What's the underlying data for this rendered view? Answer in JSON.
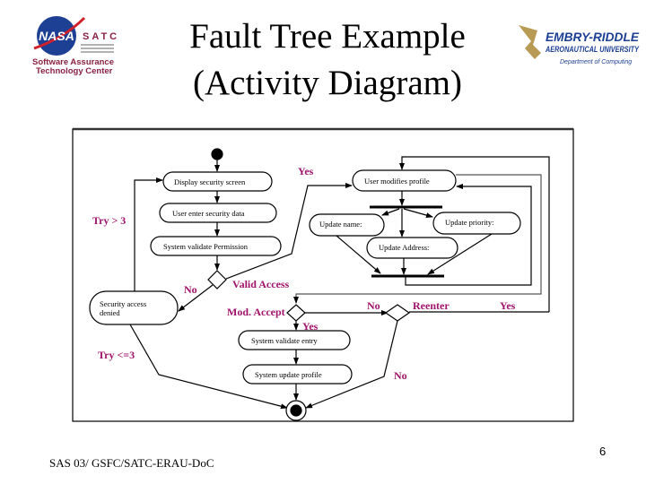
{
  "title": {
    "line1": "Fault Tree Example",
    "line2": "(Activity Diagram)"
  },
  "logos": {
    "left": {
      "mark": "NASA",
      "org": "SATC",
      "line1": "Software Assurance",
      "line2": "Technology Center"
    },
    "right": {
      "name": "EMBRY-RIDDLE",
      "sub": "AERONAUTICAL UNIVERSITY",
      "dept": "Department of Computing"
    }
  },
  "diagram": {
    "nodes": {
      "display": "Display security screen",
      "enter": "User enter security data",
      "validate_perm": "System validate Permission",
      "denied_1": "Security access",
      "denied_2": "denied",
      "modifies": "User modifies profile",
      "upd_name": "Update name:",
      "upd_priority": "Update priority:",
      "upd_address": "Update Address:",
      "validate_entry": "System validate entry",
      "update_profile": "System update profile"
    },
    "labels": {
      "yes_valid": "Yes",
      "try_gt3": "Try > 3",
      "no_valid": "No",
      "valid_access": "Valid Access",
      "try_le3": "Try <=3",
      "mod_accept": "Mod. Accept",
      "no_mod": "No",
      "reenter": "Reenter",
      "yes_reenter": "Yes",
      "yes_mod": "Yes",
      "no_reenter": "No"
    },
    "colors": {
      "label": "#a0136b",
      "line": "#000000"
    }
  },
  "page_number": "6",
  "footer": "SAS 03/ GSFC/SATC-ERAU-DoC"
}
